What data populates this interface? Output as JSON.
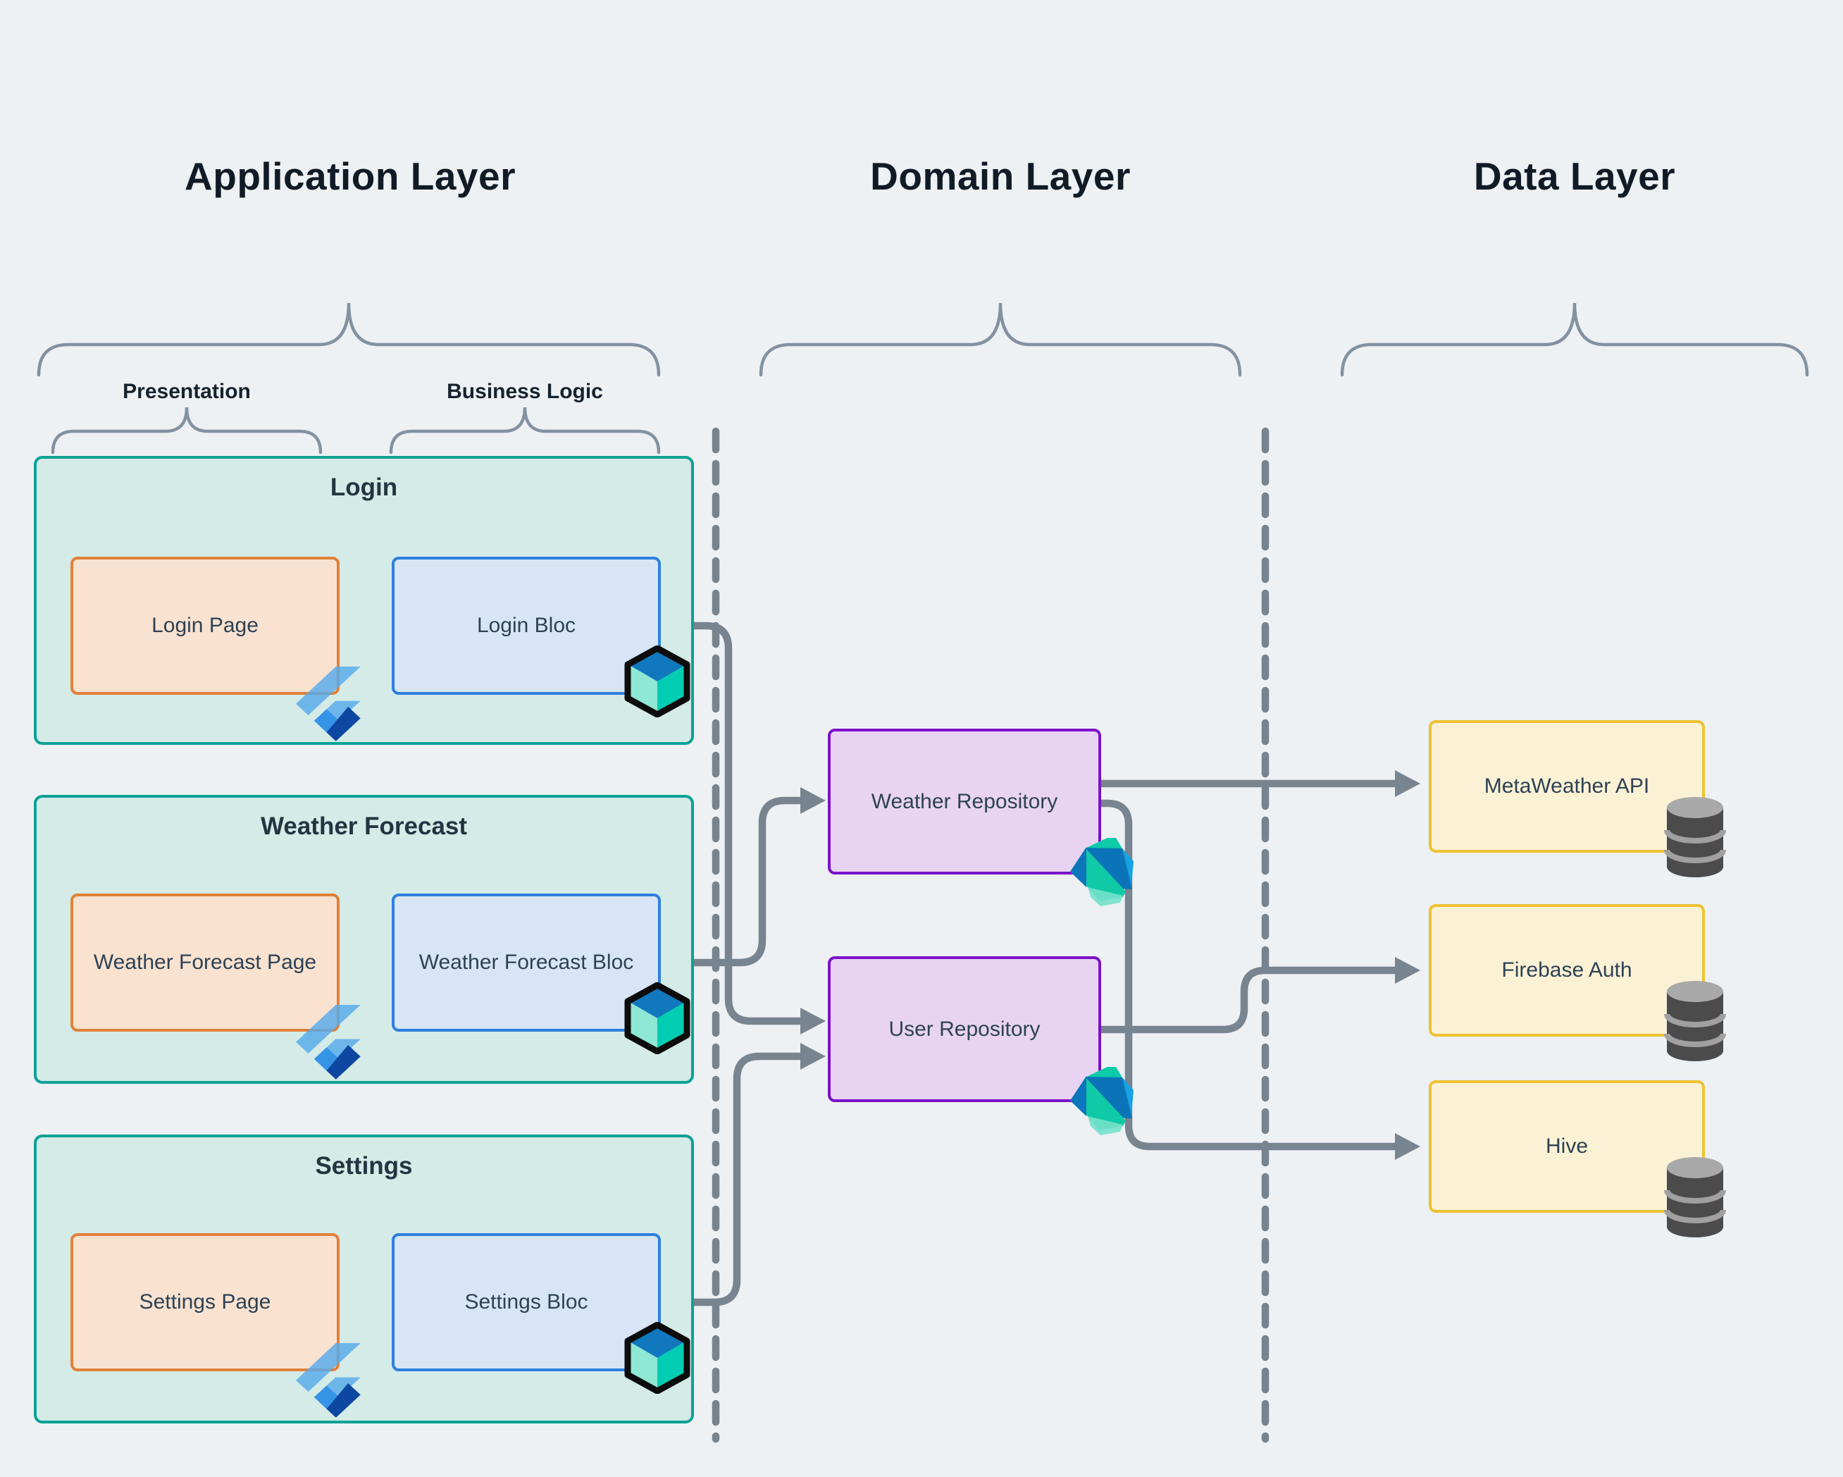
{
  "header": {
    "application": "Application Layer",
    "domain": "Domain Layer",
    "data": "Data Layer"
  },
  "application": {
    "presentation_label": "Presentation",
    "business_logic_label": "Business Logic",
    "groups": [
      {
        "title": "Login",
        "page": "Login Page",
        "bloc": "Login Bloc"
      },
      {
        "title": "Weather Forecast",
        "page": "Weather Forecast Page",
        "bloc": "Weather Forecast Bloc"
      },
      {
        "title": "Settings",
        "page": "Settings Page",
        "bloc": "Settings Bloc"
      }
    ]
  },
  "domain": {
    "repositories": [
      {
        "label": "Weather Repository"
      },
      {
        "label": "User Repository"
      }
    ]
  },
  "data_layer": {
    "sources": [
      {
        "label": "MetaWeather API"
      },
      {
        "label": "Firebase Auth"
      },
      {
        "label": "Hive"
      }
    ]
  },
  "icons": {
    "flutter": "flutter-icon",
    "bloc": "bloc-cube-icon",
    "dart": "dart-icon",
    "database": "database-icon"
  },
  "palette": {
    "background": "#edf1f4",
    "group_border": "#0ba296",
    "group_fill": "#d4ebe7",
    "page_border": "#e0813a",
    "page_fill": "#f9e2d0",
    "bloc_border": "#2e7fe0",
    "bloc_fill": "#d7e5f6",
    "repo_border": "#7b12c9",
    "repo_fill": "#e8d4f2",
    "data_border": "#efc233",
    "data_fill": "#fbf2d6",
    "connector_gray": "#78848f",
    "brace_gray": "#8392a2",
    "title_text": "#111b26",
    "label_text": "#2e4254"
  }
}
